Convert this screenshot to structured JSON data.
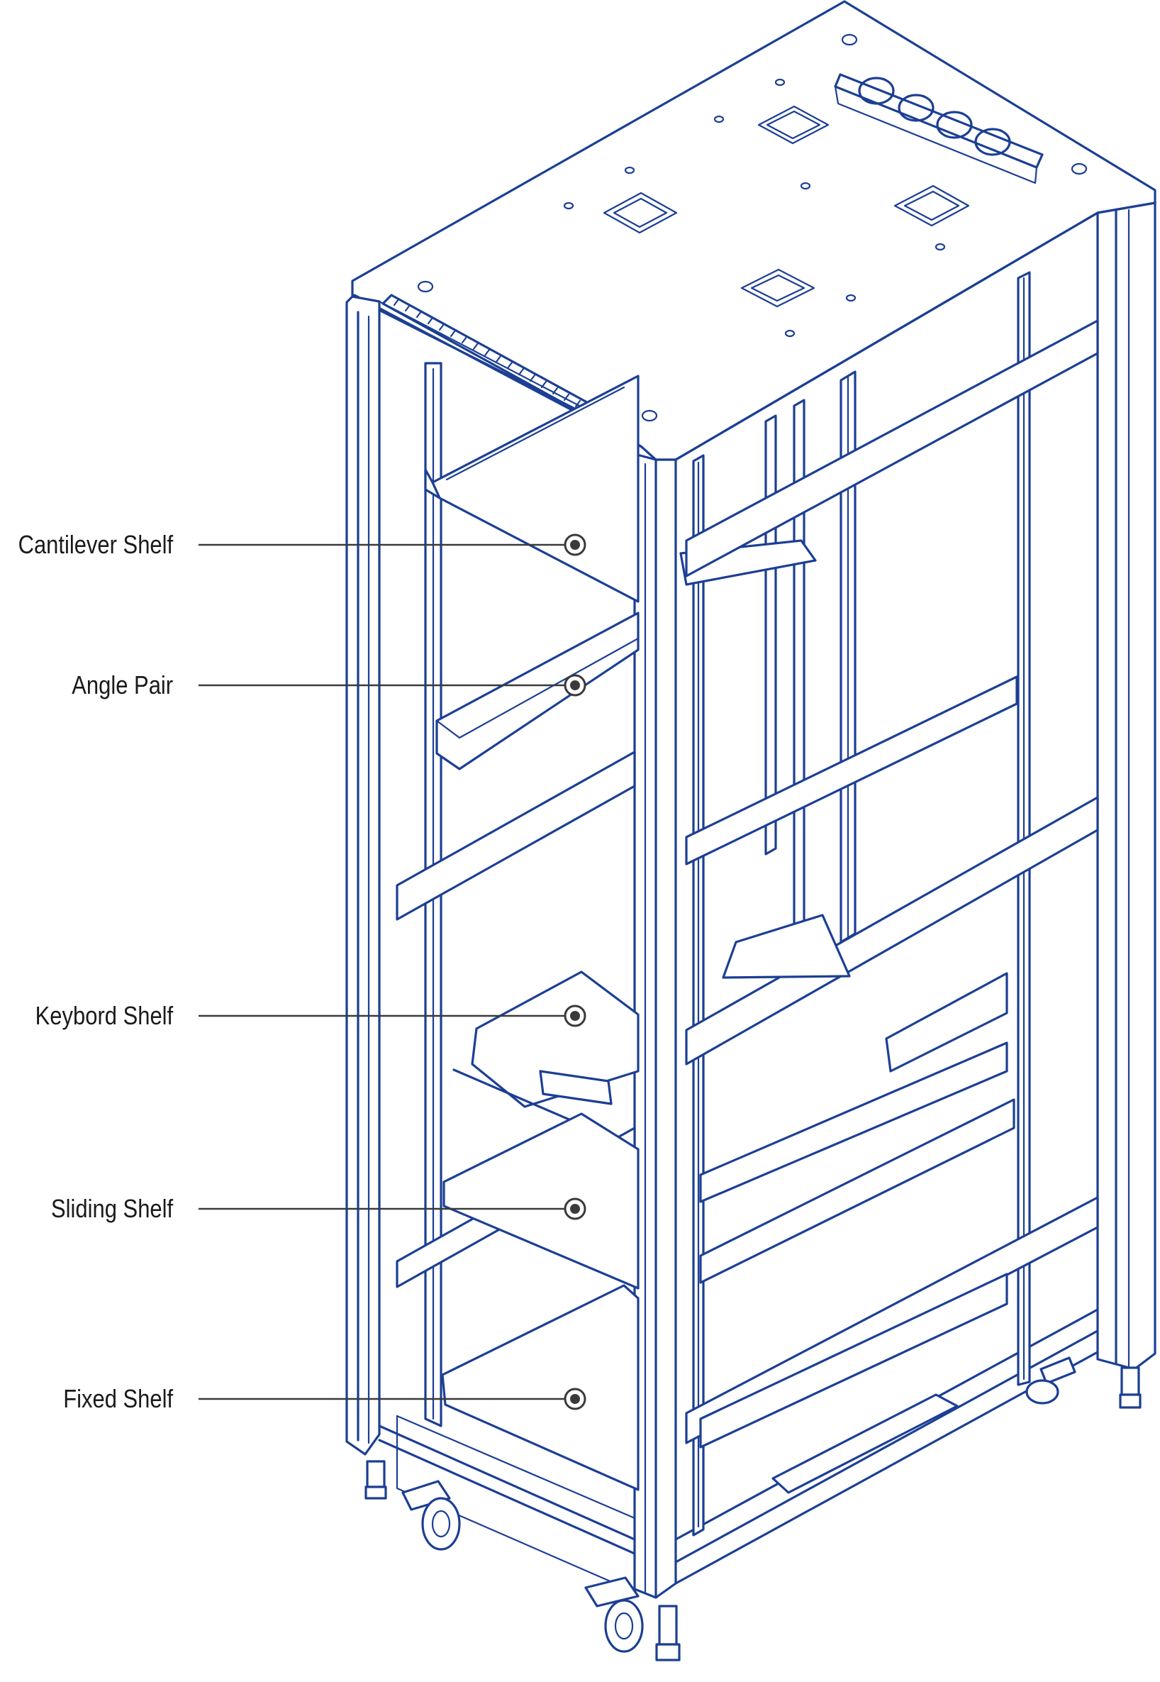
{
  "callouts": [
    {
      "label": "Cantilever Shelf"
    },
    {
      "label": "Angle Pair"
    },
    {
      "label": "Keybord Shelf"
    },
    {
      "label": "Sliding Shelf"
    },
    {
      "label": "Fixed Shelf"
    }
  ],
  "colors": {
    "line": "#1c3f94",
    "leader": "#3a3a3a",
    "label_text": "#1a1a1a",
    "background": "#ffffff"
  }
}
